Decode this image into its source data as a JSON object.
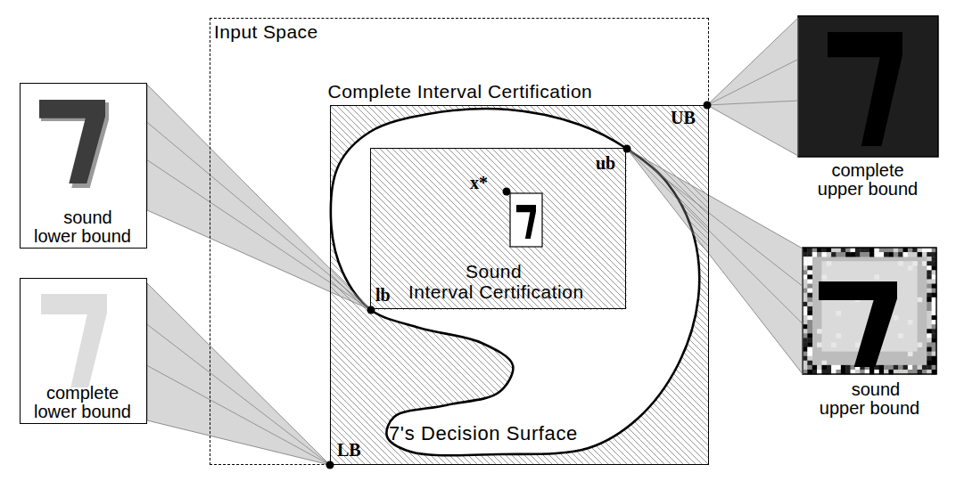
{
  "diagram": {
    "nodes": [
      {
        "text": [
          "Input Space"
        ]
      },
      {
        "text": [
          "Complete Interval Certification"
        ],
        "in": 0
      },
      {
        "text": [
          "Sound Interval Certification"
        ],
        "in": 1
      },
      {
        "text": [
          "sound lower bound"
        ]
      },
      {
        "text": [
          "complete lower bound"
        ]
      },
      {
        "text": [
          "complete upper bound"
        ]
      },
      {
        "text": [
          "sound upper bound"
        ]
      }
    ],
    "labels": [
      "UB",
      "ub",
      "x*",
      "lb",
      "LB",
      "7's Decision Surface"
    ]
  }
}
